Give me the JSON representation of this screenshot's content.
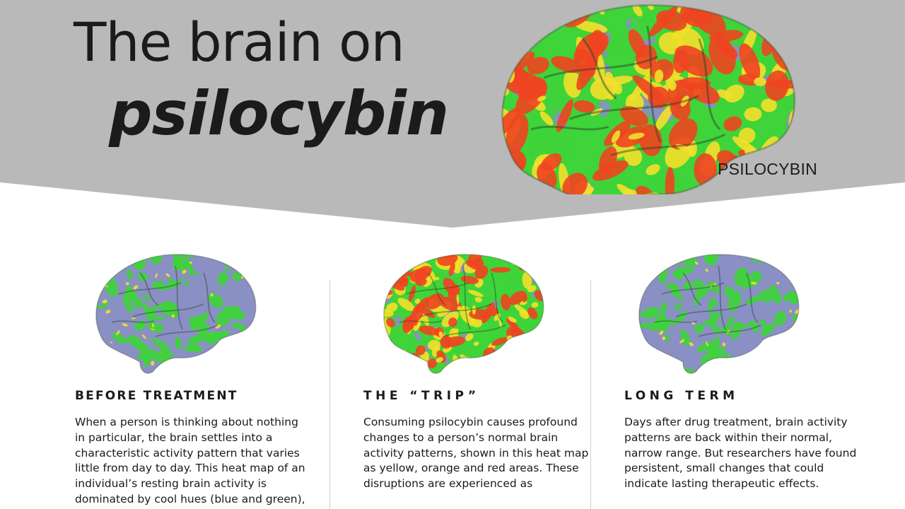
{
  "header": {
    "title_line1": "The brain on",
    "title_line2": "psilocybin",
    "hero_caption": "PSILOCYBIN"
  },
  "panels": [
    {
      "heading": "BEFORE TREATMENT",
      "body": "When a person is thinking about nothing in particular, the brain settles into a characteristic activity pattern that varies little from day to day. This heat map of an individual’s resting brain activity is dominated by cool hues (blue and green),",
      "map_palette": "cool"
    },
    {
      "heading": "THE “TRIP”",
      "body": "Consuming psilocybin causes profound changes to a person’s normal brain activity patterns, shown in this heat map as yellow, orange and red areas. These disruptions are experienced as",
      "map_palette": "hot"
    },
    {
      "heading": "LONG TERM",
      "body": "Days after drug treatment, brain activity patterns are back within their normal, narrow range. But researchers have found persistent, small changes that could indicate lasting therapeutic effects.",
      "map_palette": "cool"
    }
  ],
  "colors": {
    "banner": "#b9b9b9",
    "background": "#ffffff",
    "text": "#1a1a1a",
    "heat_cool": "#8a8fc4",
    "heat_mid": "#3ed43a",
    "heat_warm": "#f3e02a",
    "heat_hot": "#f04420"
  }
}
